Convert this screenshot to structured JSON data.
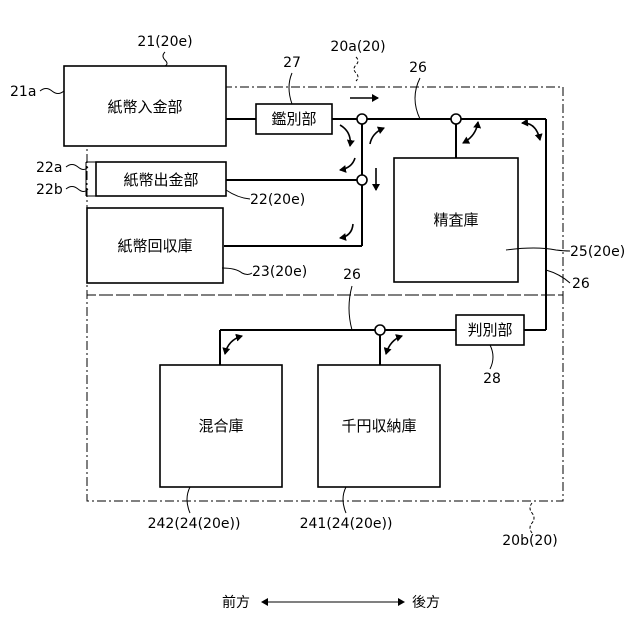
{
  "units": {
    "bill_input": {
      "name": "紙幣入金部",
      "ref": "21(20e)",
      "side_ref": "21a"
    },
    "bill_output": {
      "name": "紙幣出金部",
      "ref": "22(20e)",
      "side_ref_a": "22a",
      "side_ref_b": "22b"
    },
    "bill_collect": {
      "name": "紙幣回収庫",
      "ref": "23(20e)"
    },
    "recognition": {
      "name": "鑑別部",
      "ref": "27"
    },
    "inspection": {
      "name": "精査庫",
      "ref": "25(20e)"
    },
    "discriminator": {
      "name": "判別部",
      "ref": "28"
    },
    "mixed": {
      "name": "混合庫",
      "ref": "242(24(20e))"
    },
    "yen1000": {
      "name": "千円収納庫",
      "ref": "241(24(20e))"
    }
  },
  "frames": {
    "upper": {
      "ref": "20a(20)"
    },
    "lower": {
      "ref": "20b(20)"
    }
  },
  "transport": {
    "ref_top": "26",
    "ref_mid": "26",
    "ref_right": "26"
  },
  "direction": {
    "front": "前方",
    "back": "後方"
  }
}
